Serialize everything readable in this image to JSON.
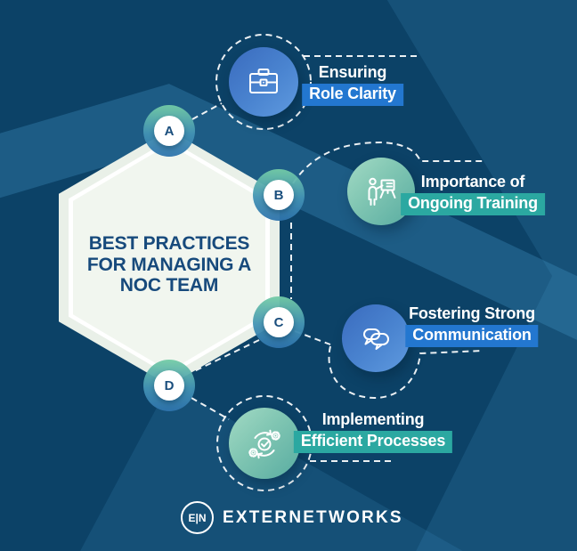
{
  "background_color": "#0C4267",
  "hexagon": {
    "title_line1": "BEST PRACTICES",
    "title_line2": "FOR MANAGING A",
    "title_line3": "NOC TEAM",
    "text_color": "#174A7C"
  },
  "items": [
    {
      "letter": "A",
      "icon": "briefcase-icon",
      "line1": "Ensuring",
      "line2": "Role Clarity",
      "highlight_color": "#2377D0",
      "circle_gradient": [
        "#3A6BBE",
        "#5F9ADF"
      ]
    },
    {
      "letter": "B",
      "icon": "presentation-icon",
      "line1": "Importance of",
      "line2": "Ongoing Training",
      "highlight_color": "#2BA8A1",
      "circle_gradient": [
        "#A2DAC4",
        "#58ACA1"
      ]
    },
    {
      "letter": "C",
      "icon": "chat-icon",
      "line1": "Fostering Strong",
      "line2": "Communication",
      "highlight_color": "#2377D0",
      "circle_gradient": [
        "#3A6BBE",
        "#5F9ADF"
      ]
    },
    {
      "letter": "D",
      "icon": "process-icon",
      "line1": "Implementing",
      "line2": "Efficient Processes",
      "highlight_color": "#2BA8A1",
      "circle_gradient": [
        "#A2DAC4",
        "#58ACA1"
      ]
    }
  ],
  "footer": {
    "badge_text": "E|N",
    "brand": "EXTERNETWORKS"
  }
}
